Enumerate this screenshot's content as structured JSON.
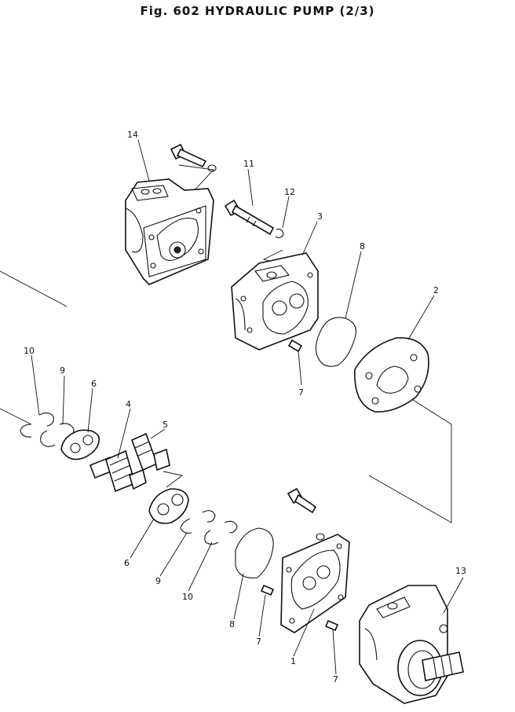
{
  "title": "Fig. 602   HYDRAULIC PUMP (2/3)",
  "callouts": {
    "c14": "14",
    "c11": "11",
    "c12": "12",
    "c3": "3",
    "c8a": "8",
    "c2": "2",
    "c7a": "7",
    "c10a": "10",
    "c9a": "9",
    "c6a": "6",
    "c4": "4",
    "c5": "5",
    "c6b": "6",
    "c9b": "9",
    "c10b": "10",
    "c8b": "8",
    "c7b": "7",
    "c1": "1",
    "c7c": "7",
    "c13": "13"
  }
}
